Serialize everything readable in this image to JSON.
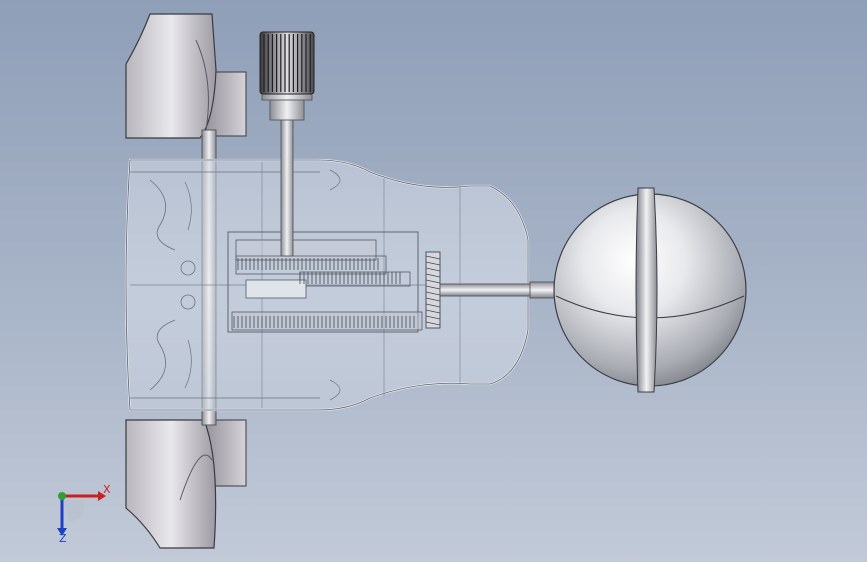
{
  "viewport": {
    "background_top": "#8f9fb8",
    "background_bottom": "#c2cad8"
  },
  "model": {
    "icon": "cad-assembly-wireframe",
    "housing_color": "#e2e6ee",
    "float_ball_color": "#d9dbe0",
    "mount_plate_color": "#c9c9cf"
  },
  "triad": {
    "x_label": "X",
    "z_label": "Z",
    "x_color": "#cc1f1f",
    "y_color": "#2fa02f",
    "z_color": "#1f3fc7"
  }
}
